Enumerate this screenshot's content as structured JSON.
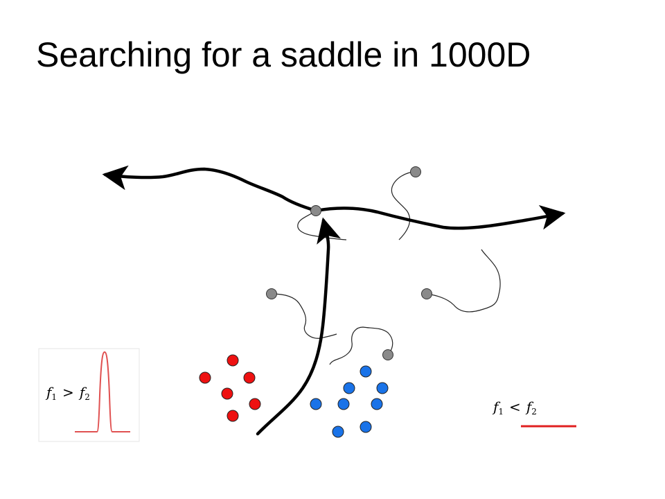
{
  "slide": {
    "title": "Searching for a saddle in 1000D"
  },
  "colors": {
    "red_point": "#ee1111",
    "blue_point": "#1a73e8",
    "gray_point": "#8a8a8a",
    "path": "#000000",
    "peak": "#e05050",
    "flat_line": "#e02020"
  },
  "points": {
    "red_count": 6,
    "blue_count": 8,
    "gray_count": 5
  },
  "left_inset": {
    "f1": "f",
    "sub1": "1",
    "op": ">",
    "f2": "f",
    "sub2": "2"
  },
  "right_inset": {
    "f1": "f",
    "sub1": "1",
    "op": "<",
    "f2": "f",
    "sub2": "2"
  }
}
